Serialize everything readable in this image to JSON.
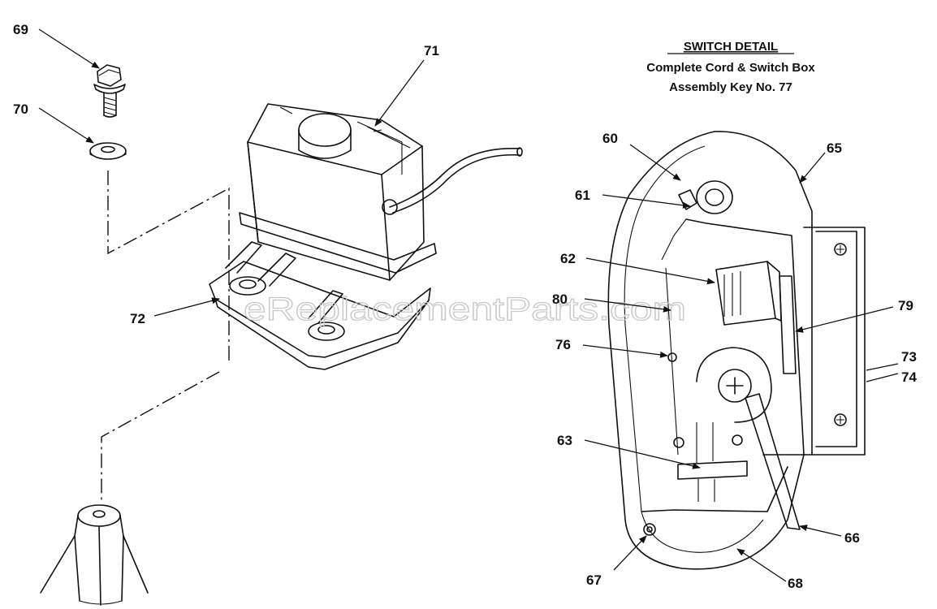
{
  "watermark": "eReplacementParts.com",
  "switch_detail": {
    "title": "SWITCH DETAIL",
    "line1": "Complete Cord & Switch Box",
    "line2": "Assembly Key No. 77"
  },
  "parts": {
    "p69": "69",
    "p70": "70",
    "p71": "71",
    "p72": "72",
    "p60": "60",
    "p61": "61",
    "p62": "62",
    "p80": "80",
    "p76": "76",
    "p63": "63",
    "p67": "67",
    "p68": "68",
    "p66": "66",
    "p65": "65",
    "p79": "79",
    "p73": "73",
    "p74": "74"
  }
}
